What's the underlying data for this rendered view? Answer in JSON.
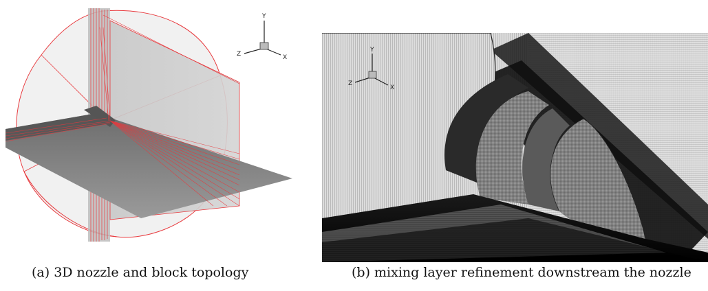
{
  "figure": {
    "panel_a": {
      "caption": "(a) 3D nozzle and block topology",
      "axes_triad": {
        "y": "Y",
        "z": "Z",
        "x": "X"
      },
      "colors": {
        "block_edges": "#e8393d",
        "surface": "#b8b8b8"
      }
    },
    "panel_b": {
      "caption": "(b) mixing layer refinement downstream the nozzle",
      "axes_triad": {
        "y": "Y",
        "z": "Z",
        "x": "X"
      },
      "colors": {
        "mesh_dark": "#111111",
        "mesh_light": "#d8d8d8"
      }
    }
  }
}
